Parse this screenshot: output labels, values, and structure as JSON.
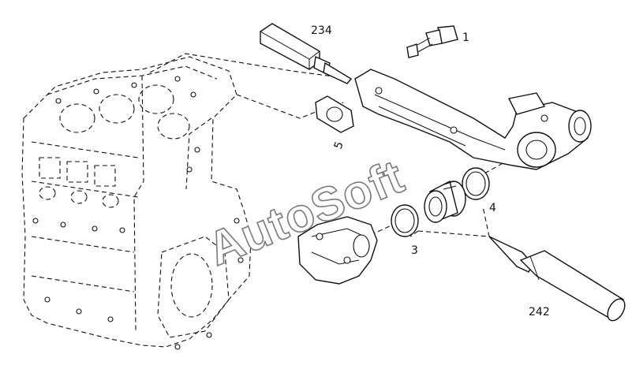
{
  "diagram": {
    "callouts": [
      {
        "id": "c1",
        "text": "1"
      },
      {
        "id": "c3",
        "text": "3"
      },
      {
        "id": "c4",
        "text": "4"
      },
      {
        "id": "c5",
        "text": "5"
      },
      {
        "id": "c234",
        "text": "234"
      },
      {
        "id": "c242",
        "text": "242"
      }
    ],
    "watermark": "AutoSoft"
  }
}
